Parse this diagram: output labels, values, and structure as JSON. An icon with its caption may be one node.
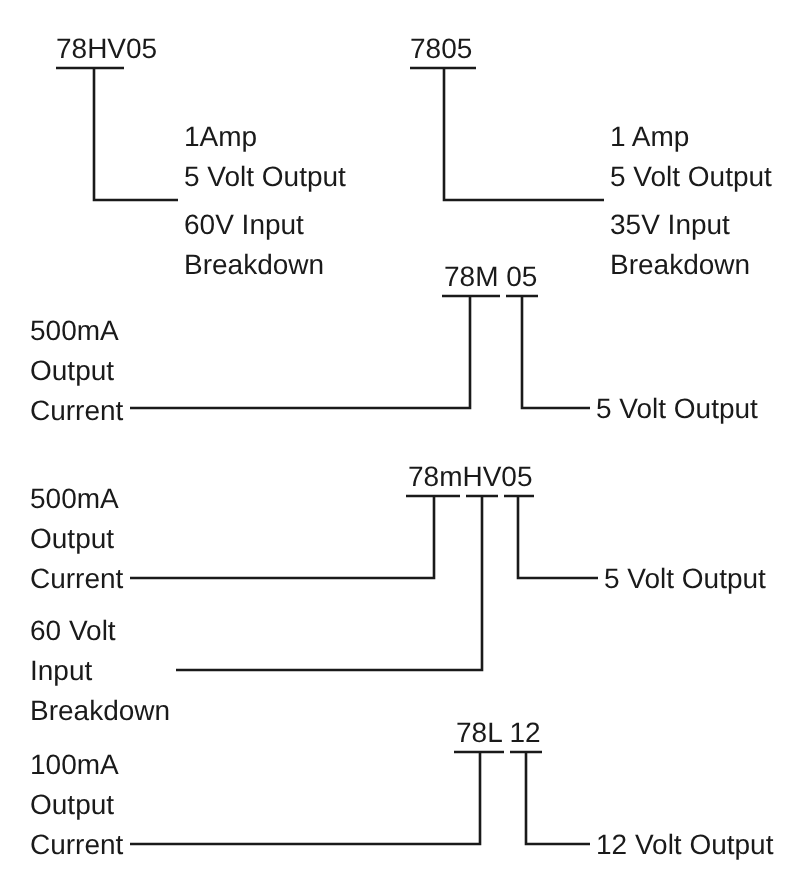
{
  "diagram": {
    "nodes": [
      {
        "text": [
          "78HV05"
        ]
      },
      {
        "text": [
          "1Amp 5 Volt Output",
          "60V Input Breakdown"
        ]
      },
      {
        "text": [
          "7805"
        ]
      },
      {
        "text": [
          "1 Amp 5 Volt Output",
          "35V Input Breakdown"
        ]
      },
      {
        "text": [
          "78M 05"
        ]
      },
      {
        "text": [
          "500mA Output Current"
        ]
      },
      {
        "text": [
          "5 Volt Output"
        ]
      },
      {
        "text": [
          "78mHV05"
        ]
      },
      {
        "text": [
          "500mA Output Current"
        ]
      },
      {
        "text": [
          "5 Volt Output"
        ]
      },
      {
        "text": [
          "60 Volt Input Breakdown"
        ]
      },
      {
        "text": [
          "78L 12"
        ]
      },
      {
        "text": [
          "100mA Output Current"
        ]
      },
      {
        "text": [
          "12 Volt Output"
        ]
      }
    ],
    "edges": [
      {
        "from": 0,
        "to": 1,
        "arrow": "none"
      },
      {
        "from": 2,
        "to": 3,
        "arrow": "none"
      },
      {
        "from": 4,
        "to": 5,
        "arrow": "none"
      },
      {
        "from": 4,
        "to": 6,
        "arrow": "none"
      },
      {
        "from": 7,
        "to": 8,
        "arrow": "none"
      },
      {
        "from": 7,
        "to": 10,
        "arrow": "none"
      },
      {
        "from": 7,
        "to": 9,
        "arrow": "none"
      },
      {
        "from": 11,
        "to": 12,
        "arrow": "none"
      },
      {
        "from": 11,
        "to": 13,
        "arrow": "none"
      }
    ]
  }
}
